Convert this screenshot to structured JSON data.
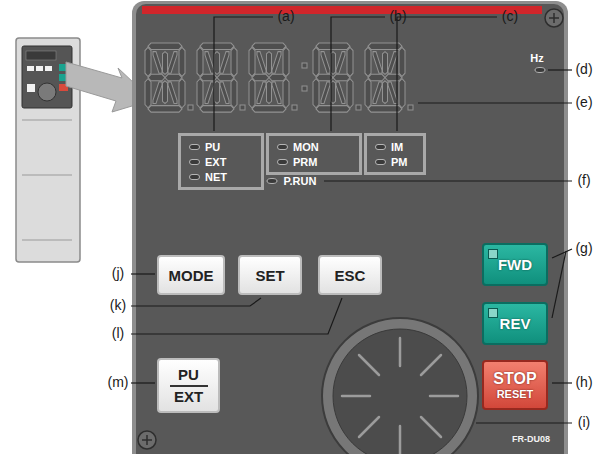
{
  "diagram": {
    "nodes": [
      {
        "text": [
          "PU",
          "EXT",
          "NET"
        ]
      },
      {
        "text": [
          "MON",
          "PRM"
        ]
      },
      {
        "text": [
          "IM",
          "PM"
        ]
      },
      {
        "text": [
          "MODE"
        ]
      },
      {
        "text": [
          "SET"
        ]
      },
      {
        "text": [
          "ESC"
        ]
      },
      {
        "text": [
          "FWD"
        ]
      },
      {
        "text": [
          "REV"
        ]
      },
      {
        "text": [
          "PU",
          "EXT"
        ]
      },
      {
        "text": [
          "STOP",
          "RESET"
        ]
      }
    ],
    "labels": [
      "(a)",
      "(b)",
      "(c)",
      "Hz",
      "(d)",
      "(e)",
      "P.RUN",
      "(f)",
      "(g)",
      "(j)",
      "(k)",
      "(l)",
      "(m)",
      "(h)",
      "(i)",
      "FR-DU08"
    ]
  }
}
